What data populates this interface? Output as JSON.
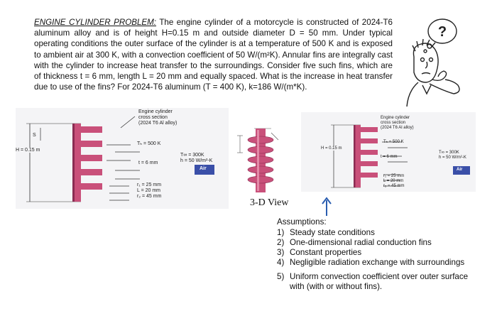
{
  "problem": {
    "title": "ENGINE CYLINDER PROBLEM:",
    "body": " The engine cylinder of a motorcycle is constructed of 2024-T6 aluminum alloy and is of height H=0.15 m and outside diameter D = 50 mm. Under typical operating conditions the outer surface of the cylinder is at a temperature of 500 K and is exposed to ambient air at 300 K, with a convection coefficient of 50 W/(m²K). Annular fins are integrally cast with the cylinder to increase heat transfer to the surroundings. Consider five such fins, which are of thickness t = 6 mm, length L = 20 mm and equally spaced. What is the increase in heat transfer due to use of the fins? For 2024-T6 aluminum (T = 400 K), k=186 W/(m*K)."
  },
  "left_figure": {
    "cross_section": [
      "Engine cylinder",
      "cross section",
      "(2024 T6 Al alloy)"
    ],
    "tb": "Tₕ = 500 K",
    "h_label": "H = 0.15 m",
    "s_label": "S",
    "t_label": "t = 6 mm",
    "ambient": [
      "T∞ = 300K",
      "h = 50 W/m²-K"
    ],
    "air": "Air",
    "radii": [
      "r₁ = 25 mm",
      "L = 20 mm",
      "r₂ = 45 mm"
    ]
  },
  "middle_figure": {
    "view_label": "3-D View"
  },
  "right_figure": {
    "cross_section": [
      "Engine cylinder",
      "cross section",
      "(2024 T6 Al alloy)"
    ],
    "tb": "Tₕ = 500 K",
    "h_label": "H = 0.15 m",
    "t_label": "t = 6 mm",
    "ambient": [
      "T∞ = 300K",
      "h = 50 W/m²-K"
    ],
    "air": "Air",
    "radii": [
      "r₁ = 25 mm",
      "L = 20 mm",
      "r₂ = 45 mm"
    ]
  },
  "assumptions": {
    "heading": "Assumptions:",
    "items": [
      {
        "num": "1)",
        "text": "Steady state conditions"
      },
      {
        "num": "2)",
        "text": "One-dimensional radial conduction fins"
      },
      {
        "num": "3)",
        "text": "Constant properties"
      },
      {
        "num": "4)",
        "text": "Negligible radiation exchange with surroundings"
      },
      {
        "num": "5)",
        "text": "Uniform convection coefficient over outer surface with (with or without fins)."
      }
    ]
  },
  "cartoon": {
    "symbol": "?"
  },
  "colors": {
    "fin": "#c9507a",
    "fin_dark": "#8a2c52",
    "air_box": "#3a4fa8",
    "arrow_blue": "#2a5db0"
  }
}
